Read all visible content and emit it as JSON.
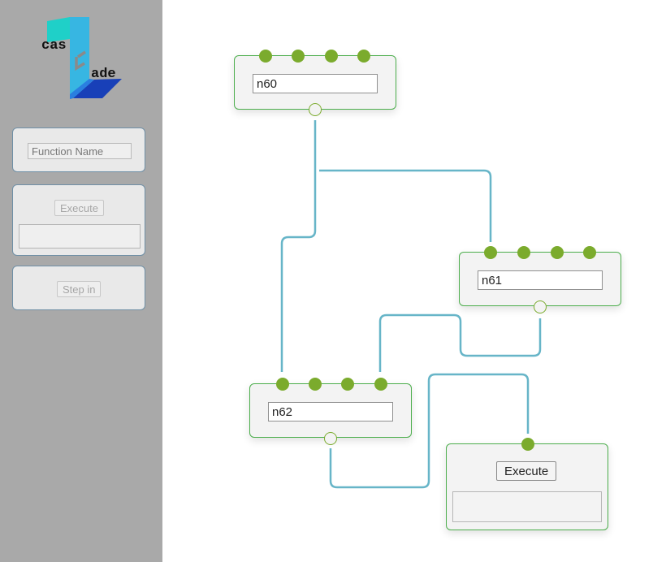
{
  "sidebar": {
    "logo": {
      "text_left": "cas",
      "text_right": "ade",
      "letter_1": "1",
      "letter_c": "C"
    },
    "function_name_placeholder": "Function Name",
    "execute_label": "Execute",
    "step_in_label": "Step in"
  },
  "nodes": [
    {
      "id": "n60",
      "value": "n60",
      "input_ports": 4
    },
    {
      "id": "n61",
      "value": "n61",
      "input_ports": 4
    },
    {
      "id": "n62",
      "value": "n62",
      "input_ports": 4
    }
  ],
  "execute_node": {
    "label": "Execute",
    "input_ports": 1
  },
  "colors": {
    "sidebar_bg": "#a9a9a9",
    "node_border": "#4cae4c",
    "port": "#7bab2d",
    "wire": "#67b5c8"
  }
}
